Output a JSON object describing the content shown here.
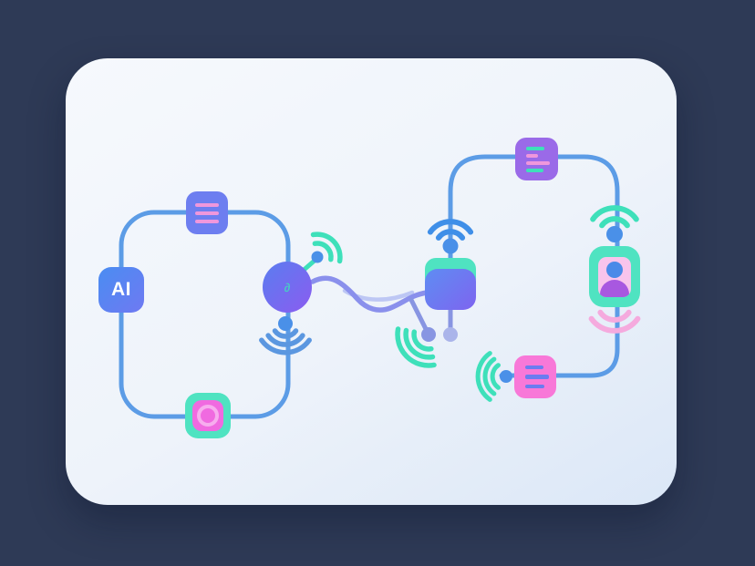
{
  "title": "AI connectivity flow illustration",
  "nodes": {
    "ai_badge": {
      "label": "AI"
    },
    "hub": {
      "glyph": "∂"
    }
  },
  "icons": [
    "ai-badge",
    "menu-lines-icon",
    "ai-hub-node",
    "wifi-icon",
    "broadcast-icon",
    "cube-device-icon",
    "list-lines-icon",
    "user-avatar-icon",
    "document-lines-icon",
    "app-ring-icon",
    "signal-arcs-icon"
  ],
  "colors": {
    "background": "#2e3a56",
    "card-start": "#f6f9fd",
    "card-end": "#dbe7f7",
    "line-blue": "#5c9ce6",
    "line-purple": "#8a90ec",
    "line-light": "#bdc7f4",
    "teal": "#3ee0ba",
    "pink": "#f5aade",
    "hot-pink": "#f878d8",
    "inner-pink": "#f06ae0",
    "dot-blue": "#4a90e8",
    "dot-lavender": "#aab4ea",
    "dot-periwinkle": "#8895e2",
    "wifi-blue": "#3f8fe8",
    "arc-blue": "#5b97e0",
    "badge-start": "#4a8df2",
    "badge-end": "#6f79f2",
    "node-start": "#5a7df0",
    "node-end": "#8b5cf0",
    "menu-icon-bg": "#6d7ef0",
    "menu-line-pink": "#ef97dc",
    "list-icon-bg": "#9a6ae8",
    "list-line-blue": "#6b7cf0",
    "cube-top": "#4fe3c1",
    "avatar-head": "#4a8ae8",
    "avatar-body": "#a858e0",
    "avatar-inner": "#f9c4ec"
  }
}
